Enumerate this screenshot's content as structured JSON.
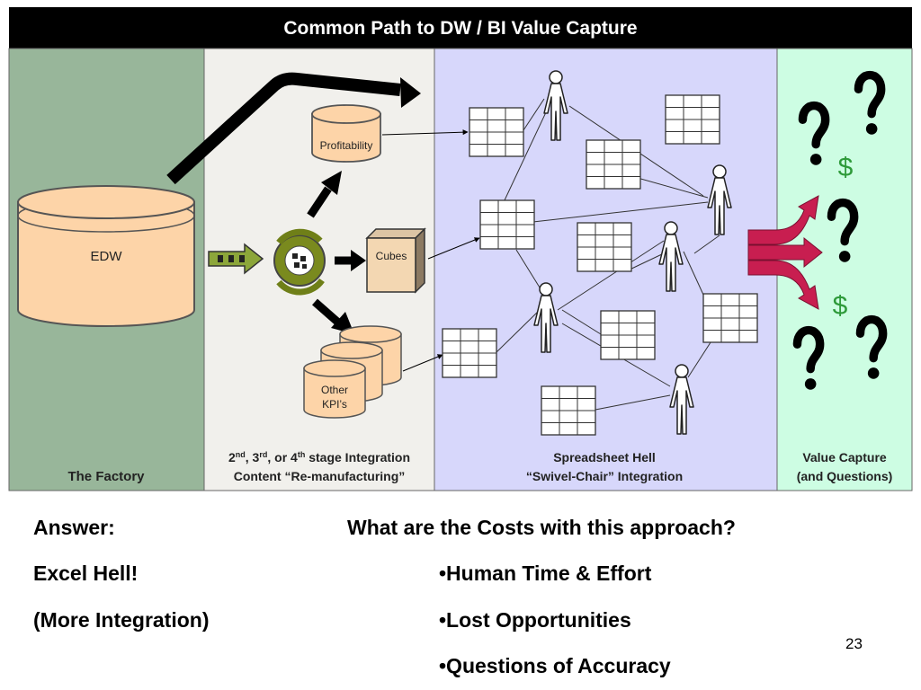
{
  "title": "Common Path to DW / BI Value Capture",
  "panels": {
    "factory": {
      "label": "The Factory",
      "db_label": "EDW"
    },
    "integration": {
      "label_line1_parts": [
        "2",
        "nd",
        ", 3",
        "rd",
        ", or 4",
        "th",
        " stage Integration"
      ],
      "label_line2": "Content “Re-manufacturing”",
      "cyl_profitability": "Profitability",
      "cube_label": "Cubes",
      "kpi_line1": "Other",
      "kpi_line2": "KPI’s"
    },
    "spreadsheet": {
      "label_line1": "Spreadsheet Hell",
      "label_line2": "“Swivel-Chair” Integration"
    },
    "value": {
      "label_line1": "Value Capture",
      "label_line2": "(and Questions)"
    }
  },
  "value_symbols": {
    "question": "?",
    "dollar": "$"
  },
  "colors": {
    "factory_bg": "#98b69a",
    "integration_bg": "#f1f0ec",
    "spreadsheet_bg": "#d7d7fb",
    "value_bg": "#cdfde3",
    "cylinder_fill": "#fdd4a8",
    "arrow_red": "#c81e50",
    "dollar_green": "#2e9a3a",
    "gear_green": "#7a8a1e"
  },
  "text": {
    "answer_label": "Answer:",
    "answer_line1": "Excel Hell!",
    "answer_line2": "(More Integration)",
    "question": "What are the Costs with this approach?",
    "bullets": [
      "•Human Time & Effort",
      "•Lost Opportunities",
      "•Questions of Accuracy"
    ]
  },
  "page_number": "23"
}
